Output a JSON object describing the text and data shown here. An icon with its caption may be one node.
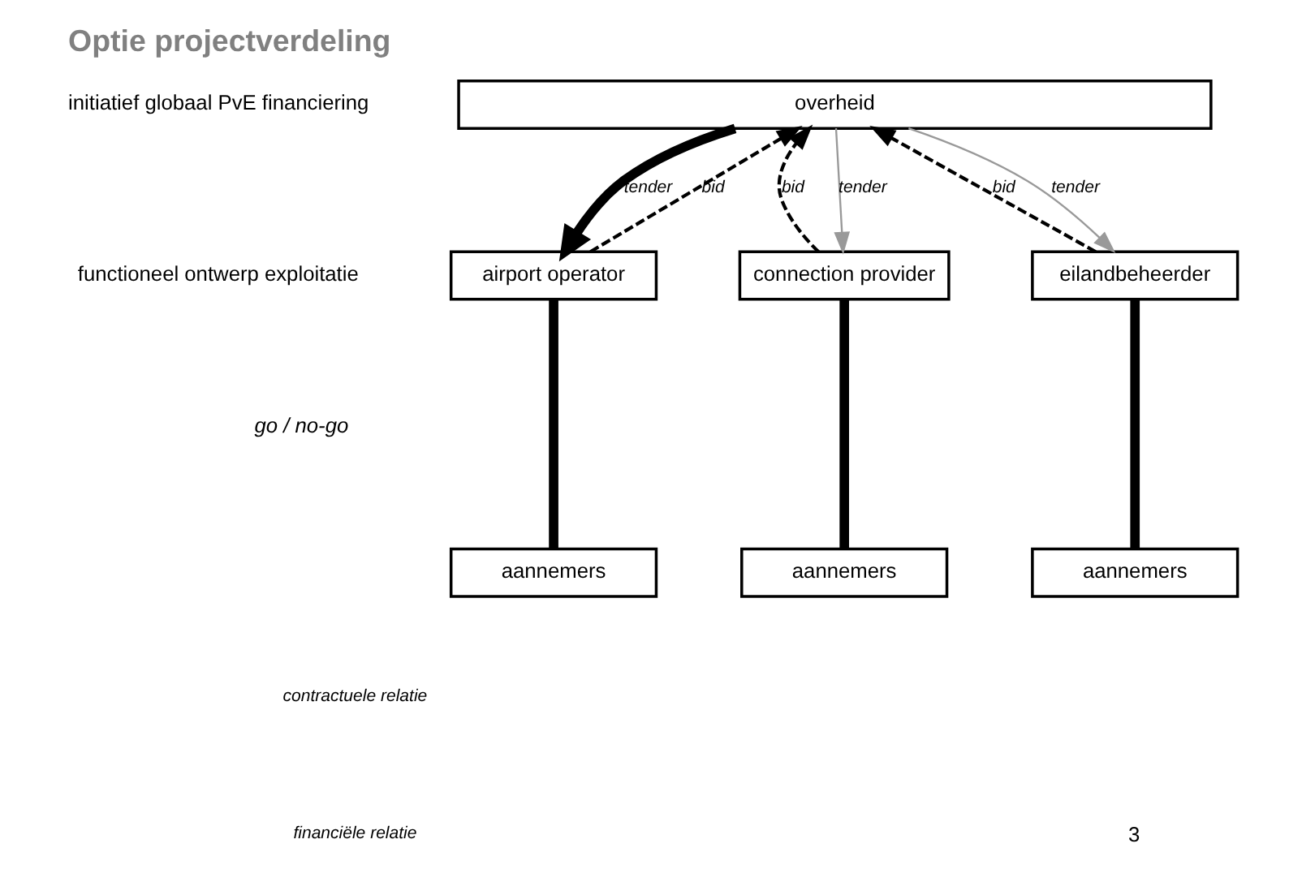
{
  "diagram": {
    "title": "Optie projectverdeling",
    "nodes": [
      {
        "text": [
          "overheid"
        ]
      },
      {
        "text": [
          "airport operator"
        ]
      },
      {
        "text": [
          "connection provider"
        ]
      },
      {
        "text": [
          "eilandbeheerder"
        ]
      },
      {
        "text": [
          "aannemers"
        ]
      },
      {
        "text": [
          "aannemers"
        ]
      },
      {
        "text": [
          "aannemers"
        ]
      }
    ],
    "edges": [
      {
        "from": 1,
        "to": 0,
        "arrow": "to",
        "label": "bid",
        "style": "dashed"
      },
      {
        "from": 0,
        "to": 1,
        "arrow": "to",
        "label": "tender",
        "style": "thick"
      },
      {
        "from": 2,
        "to": 0,
        "arrow": "to",
        "label": "bid",
        "style": "dashed"
      },
      {
        "from": 0,
        "to": 2,
        "arrow": "to",
        "label": "tender",
        "color": "#999999"
      },
      {
        "from": 3,
        "to": 0,
        "arrow": "to",
        "label": "bid",
        "style": "dashed"
      },
      {
        "from": 0,
        "to": 3,
        "arrow": "to",
        "label": "tender",
        "color": "#999999"
      },
      {
        "from": 1,
        "to": 4,
        "arrow": "none",
        "style": "thick"
      },
      {
        "from": 2,
        "to": 5,
        "arrow": "none",
        "style": "thick"
      },
      {
        "from": 3,
        "to": 6,
        "arrow": "none",
        "style": "thick"
      }
    ],
    "labels": [
      "initiatief globaal PvE financiering",
      "functioneel ontwerp exploitatie",
      "go / no-go",
      "3"
    ],
    "legend": [
      {
        "text": "contractuele relatie"
      },
      {
        "text": "financiële relatie"
      }
    ]
  }
}
